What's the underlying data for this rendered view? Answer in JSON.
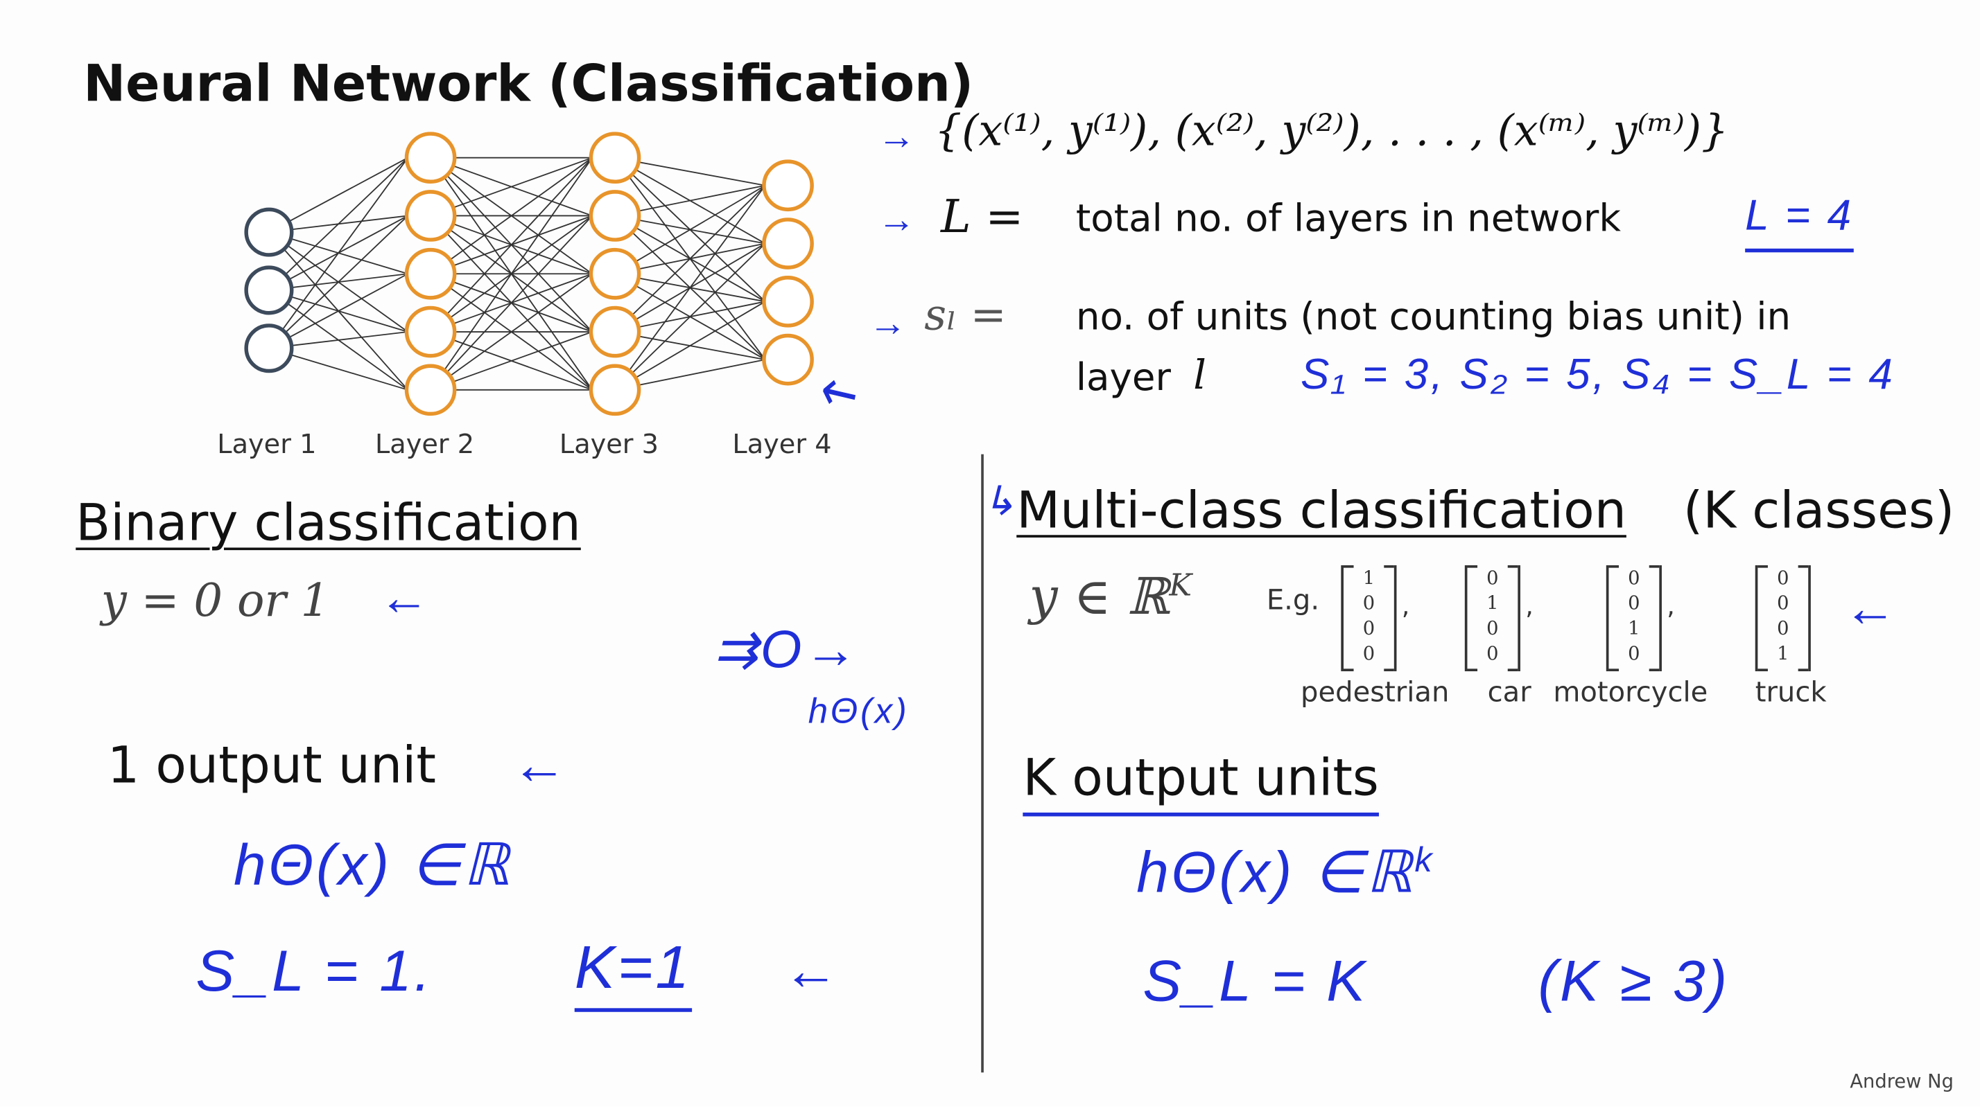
{
  "title": "Neural Network (Classification)",
  "network": {
    "layer_labels": [
      "Layer 1",
      "Layer 2",
      "Layer 3",
      "Layer 4"
    ],
    "units_per_layer": [
      3,
      5,
      5,
      4
    ],
    "input_color": "#3c4a5c",
    "hidden_color": "#e8942a"
  },
  "definitions": {
    "training_set": "{(x⁽¹⁾, y⁽¹⁾), (x⁽²⁾, y⁽²⁾), . . . , (x⁽ᵐ⁾, y⁽ᵐ⁾)}",
    "L_symbol": "L =",
    "L_text": "total no. of layers in network",
    "L_note": "L = 4",
    "s_symbol": "sₗ =",
    "s_text_1": "no. of units (not counting bias unit) in",
    "s_text_2": "layer",
    "s_text_var": "l",
    "s_note": "S₁ = 3,  S₂ = 5,  S₄ = S_L = 4",
    "arrow": "→"
  },
  "binary": {
    "heading": "Binary classification",
    "y_def": "y = 0 or 1",
    "arrow_left": "←",
    "output": "1 output unit",
    "sketch_label": "hΘ(x)",
    "sketch_node": "⇉O→",
    "h_def": "hΘ(x) ∈ℝ",
    "sl": "S_L = 1.",
    "k": "K=1"
  },
  "multi": {
    "corner_arrow": "↳",
    "heading": "Multi-class classification",
    "heading_suffix": "(K classes)",
    "y_def": "y ∈ ℝ",
    "y_sup": "K",
    "eg": "E.g.",
    "vectors": [
      [
        1,
        0,
        0,
        0
      ],
      [
        0,
        1,
        0,
        0
      ],
      [
        0,
        0,
        1,
        0
      ],
      [
        0,
        0,
        0,
        1
      ]
    ],
    "classes": [
      "pedestrian",
      "car",
      "motorcycle",
      "truck"
    ],
    "output": "K output units",
    "h_def": "hΘ(x) ∈ℝ",
    "h_sup": "k",
    "sl": "S_L = K",
    "cond": "(K ≥ 3)",
    "arrow_left": "←"
  },
  "ink_color": "#1f2fd8",
  "credit": "Andrew Ng"
}
